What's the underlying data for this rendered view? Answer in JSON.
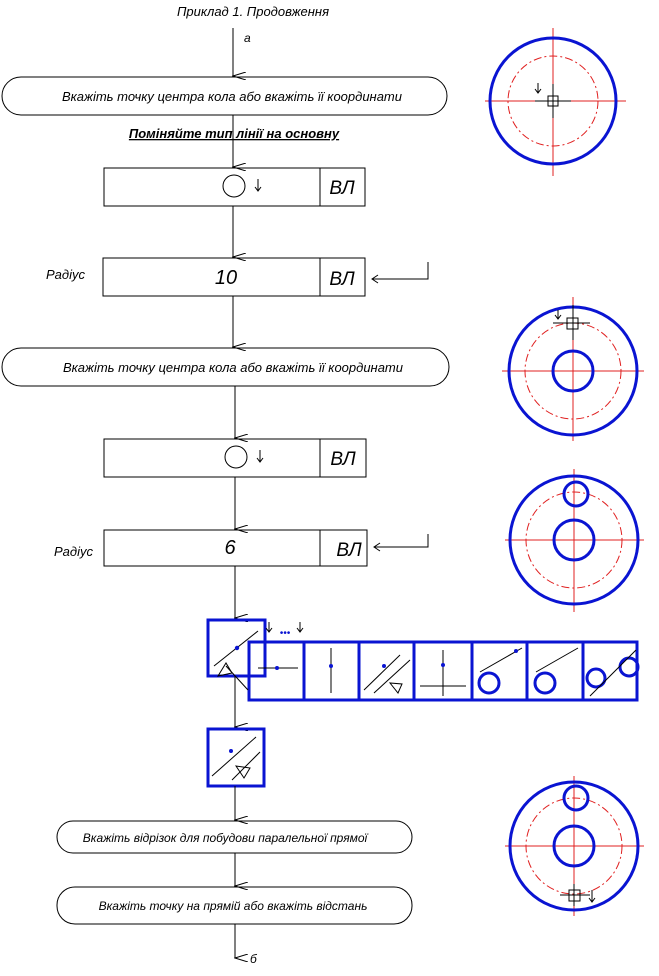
{
  "header": {
    "title": "Приклад 1. Продовження",
    "entry_label": "а",
    "exit_label": "б"
  },
  "prompts": {
    "center_1": "Вкажіть точку центра кола або вкажіть її координати",
    "center_2": "Вкажіть точку центра кола або вкажіть її координати",
    "segment": "Вкажіть відрізок для побудови паралельної прямої",
    "point": "Вкажіть точку на прямій або вкажіть відстань"
  },
  "instruction": "Поміняйте тип лінії на основну",
  "inputs": {
    "button_label": "ВЛ",
    "radius_label_1": "Радіус",
    "radius_value_1": "10",
    "radius_label_2": "Радіус",
    "radius_value_2": "6"
  },
  "toolbar": {
    "more_dots": "•••"
  },
  "colors": {
    "ink": "#000000",
    "blue": "#0a14d2",
    "red": "#e02020"
  }
}
